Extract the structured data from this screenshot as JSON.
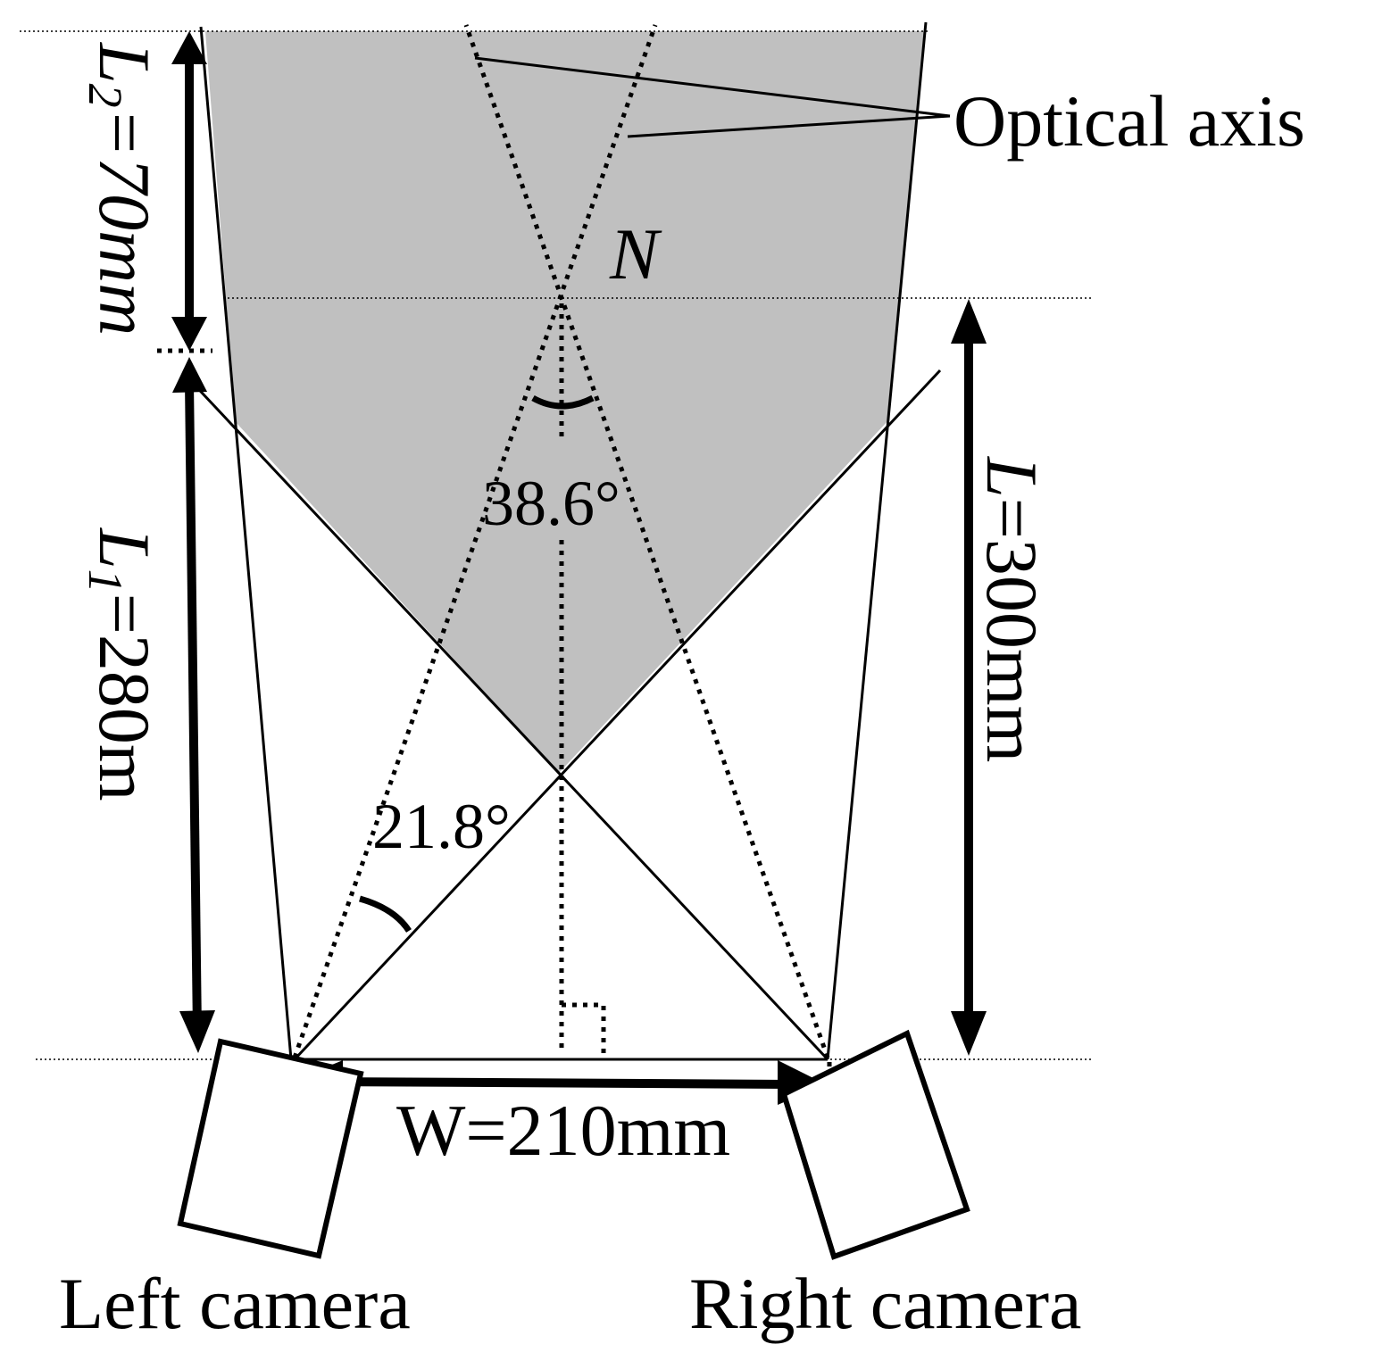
{
  "labels": {
    "optical_axis": "Optical axis",
    "n_point": "N",
    "angle_convergence": "38.6°",
    "angle_half_fov": "21.8°",
    "baseline": "W=210mm",
    "left_camera": "Left camera",
    "right_camera": "Right camera",
    "l2_sym": "L",
    "l2_sub": "2",
    "l2_val": "=70mm",
    "l1_sym": "L",
    "l1_sub": "1",
    "l1_val": "=280m",
    "l_sym": "L",
    "l_val": "=300mm"
  },
  "colors": {
    "overlap_region": "#c0c0c0",
    "lines": "#000000",
    "background": "#ffffff"
  }
}
